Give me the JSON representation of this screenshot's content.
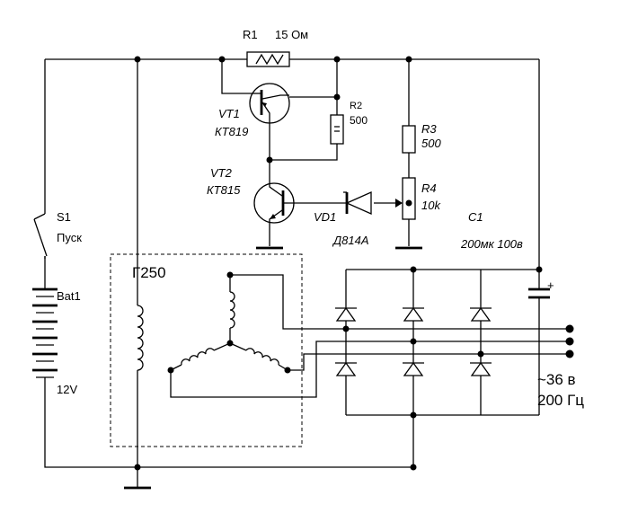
{
  "labels": {
    "r1": "R1",
    "r1_value": "15 Ом",
    "vt1": "VT1",
    "vt1_type": "КТ819",
    "r2": "R2",
    "r2_value": "500",
    "r3": "R3",
    "r3_value": "500",
    "vt2": "VT2",
    "vt2_type": "КТ815",
    "vd1": "VD1",
    "vd1_type": "Д814А",
    "r4": "R4",
    "r4_value": "10k",
    "c1": "C1",
    "c1_value": "200мк 100в",
    "s1": "S1",
    "s1_label": "Пуск",
    "bat1": "Bat1",
    "bat1_voltage": "12V",
    "generator": "Г250",
    "cap_plus": "+",
    "output_voltage": "~36 в",
    "output_freq": "200 Гц"
  }
}
